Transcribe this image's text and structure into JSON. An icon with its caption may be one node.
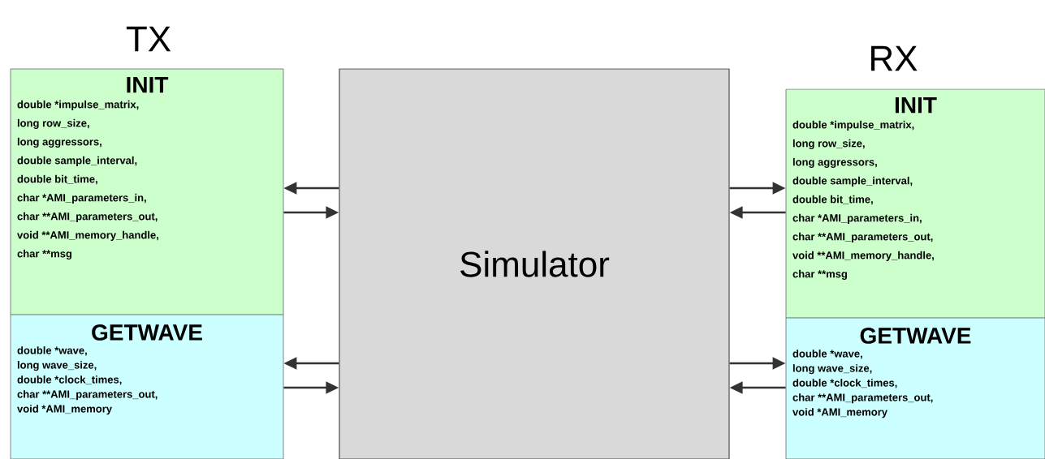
{
  "diagram": {
    "nodes": [
      {
        "text": [
          "INIT",
          "double *impulse_matrix,",
          "long row_size,",
          "long aggressors,",
          "double sample_interval,",
          "double bit_time,",
          "char *AMI_parameters_in,",
          "char **AMI_parameters_out,",
          "void **AMI_memory_handle,",
          "char **msg"
        ]
      },
      {
        "text": [
          "GETWAVE",
          "double *wave,",
          "long wave_size,",
          "double *clock_times,",
          "char **AMI_parameters_out,",
          "void *AMI_memory"
        ]
      },
      {
        "text": [
          "Simulator"
        ]
      },
      {
        "text": [
          "INIT",
          "double *impulse_matrix,",
          "long row_size,",
          "long aggressors,",
          "double sample_interval,",
          "double bit_time,",
          "char *AMI_parameters_in,",
          "char **AMI_parameters_out,",
          "void **AMI_memory_handle,",
          "char **msg"
        ]
      },
      {
        "text": [
          "GETWAVE",
          "double *wave,",
          "long wave_size,",
          "double *clock_times,",
          "char **AMI_parameters_out,",
          "void *AMI_memory"
        ]
      }
    ],
    "edges": [
      {
        "from": 2,
        "to": 0,
        "arrow": "to"
      },
      {
        "from": 0,
        "to": 2,
        "arrow": "to"
      },
      {
        "from": 2,
        "to": 1,
        "arrow": "to"
      },
      {
        "from": 1,
        "to": 2,
        "arrow": "to"
      },
      {
        "from": 2,
        "to": 3,
        "arrow": "to"
      },
      {
        "from": 3,
        "to": 2,
        "arrow": "to"
      },
      {
        "from": 2,
        "to": 4,
        "arrow": "to"
      },
      {
        "from": 4,
        "to": 2,
        "arrow": "to"
      }
    ],
    "labels": [
      "TX",
      "RX"
    ]
  }
}
